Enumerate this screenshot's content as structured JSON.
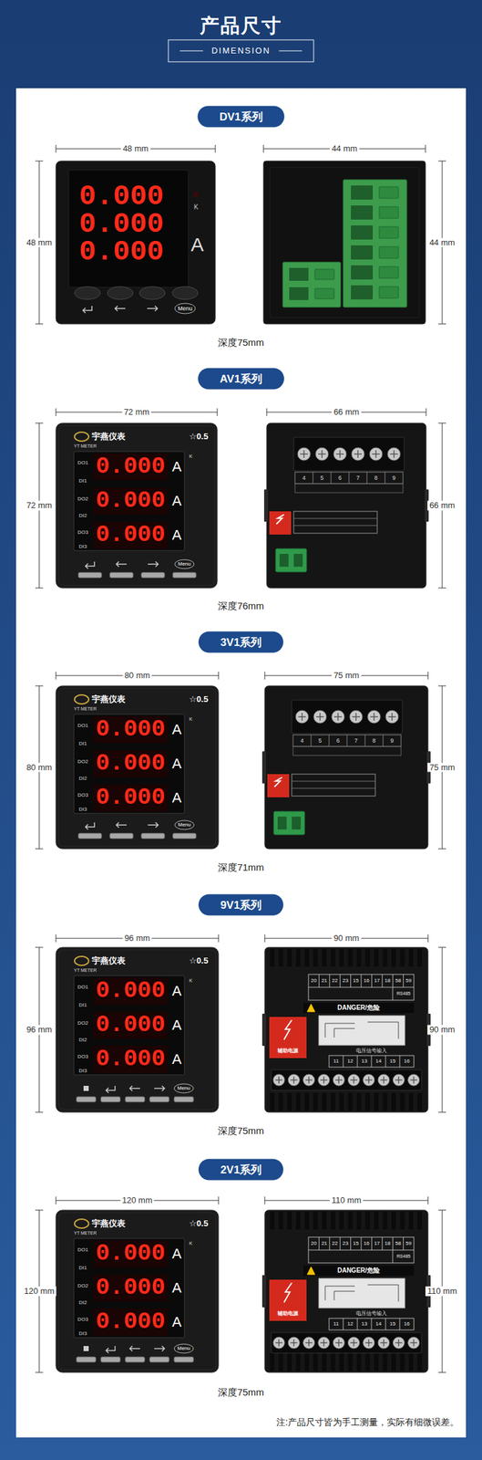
{
  "diagram": {
    "title": "产品尺寸",
    "nodes": [
      {
        "text": [
          "DV1系列"
        ]
      },
      {
        "text": [
          "AV1系列"
        ]
      },
      {
        "text": [
          "3V1系列"
        ]
      },
      {
        "text": [
          "9V1系列"
        ]
      },
      {
        "text": [
          "2V1系列"
        ]
      }
    ],
    "labels": [
      "DIMENSION",
      "48 mm",
      "48 mm",
      "44 mm",
      "44 mm",
      "深度75mm",
      "0.000",
      "0.000",
      "0.000",
      "K",
      "A",
      "Menu",
      "72 mm",
      "72 mm",
      "66 mm",
      "66 mm",
      "深度76mm",
      "宇燕仪表",
      "YT METER",
      "☆0.5",
      "DO1",
      "DI1",
      "DO2",
      "DI2",
      "DO3",
      "DI3",
      "0.000",
      "A",
      "0.000",
      "A",
      "0.000",
      "A",
      "K",
      "Menu",
      "4",
      "5",
      "6",
      "7",
      "8",
      "9",
      "80 mm",
      "80 mm",
      "75 mm",
      "75 mm",
      "深度71mm",
      "宇燕仪表",
      "YT METER",
      "☆0.5",
      "DO1",
      "DI1",
      "DO2",
      "DI2",
      "DO3",
      "DI3",
      "0.000",
      "A",
      "0.000",
      "A",
      "0.000",
      "A",
      "K",
      "Menu",
      "4",
      "5",
      "6",
      "7",
      "8",
      "9",
      "96 mm",
      "96 mm",
      "90 mm",
      "90 mm",
      "深度75mm",
      "宇燕仪表",
      "YT METER",
      "☆0.5",
      "DO1",
      "DI1",
      "DO2",
      "DI2",
      "DO3",
      "DI3",
      "0.000",
      "A",
      "0.000",
      "A",
      "0.000",
      "A",
      "K",
      "Menu",
      "20",
      "21",
      "22",
      "23",
      "15",
      "16",
      "17",
      "18",
      "58",
      "59",
      "RS485",
      "DANGER/危险",
      "辅助电源",
      "电压信号输入",
      "11",
      "12",
      "13",
      "14",
      "15",
      "16",
      "120 mm",
      "120 mm",
      "110 mm",
      "110 mm",
      "深度75mm",
      "宇燕仪表",
      "YT METER",
      "☆0.5",
      "DO1",
      "DI1",
      "DO2",
      "DI2",
      "DO3",
      "DI3",
      "0.000",
      "A",
      "0.000",
      "A",
      "0.000",
      "A",
      "K",
      "Menu",
      "20",
      "21",
      "22",
      "23",
      "15",
      "16",
      "17",
      "18",
      "58",
      "59",
      "RS485",
      "DANGER/危险",
      "辅助电源",
      "电压信号输入",
      "11",
      "12",
      "13",
      "14",
      "15",
      "16",
      "注:产品尺寸皆为手工测量，实际有细微误差。"
    ]
  }
}
